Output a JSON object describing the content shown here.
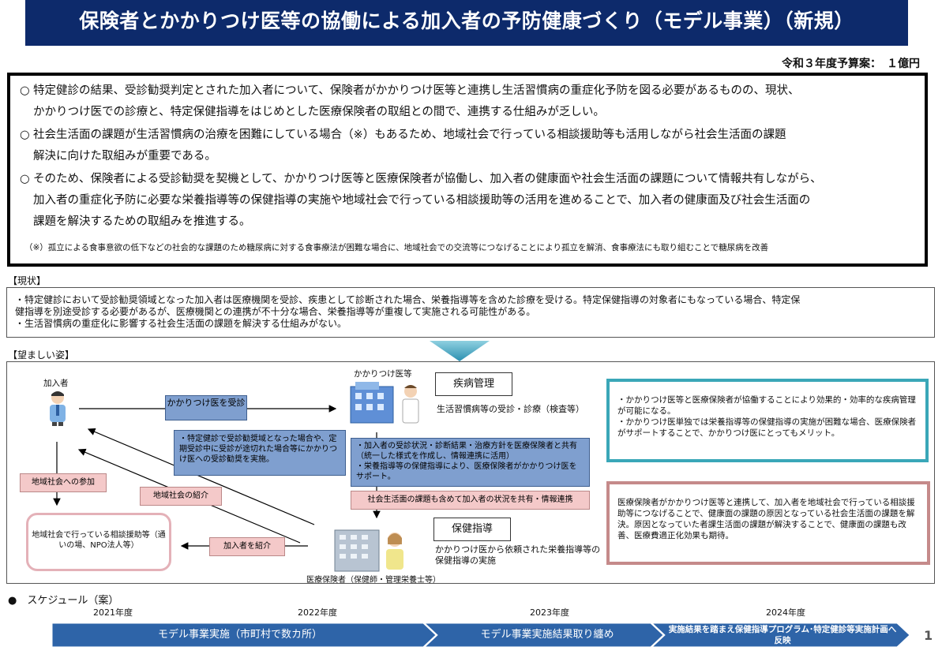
{
  "header": {
    "title": "保険者とかかりつけ医等の協働による加入者の予防健康づくり（モデル事業）（新規）",
    "budget": "令和３年度予算案：　１億円"
  },
  "summary": {
    "bullet_mark": "○",
    "bullets": [
      {
        "line1": "特定健診の結果、受診勧奨判定とされた加入者について、保険者がかかりつけ医等と連携し生活習慣病の重症化予防を図る必要があるものの、現状、",
        "line2": "かかりつけ医での診療と、特定保健指導をはじめとした医療保険者の取組との間で、連携する仕組みが乏しい。"
      },
      {
        "line1": "社会生活面の課題が生活習慣病の治療を困難にしている場合（※）もあるため、地域社会で行っている相談援助等も活用しながら社会生活面の課題",
        "line2": "解決に向けた取組みが重要である。"
      },
      {
        "line1": "そのため、保険者による受診勧奨を契機として、かかりつけ医等と医療保険者が協働し、加入者の健康面や社会生活面の課題について情報共有しながら、",
        "line2": "加入者の重症化予防に必要な栄養指導等の保健指導の実施や地域社会で行っている相談援助等の活用を進めることで、加入者の健康面及び社会生活面の",
        "line3": "課題を解決するための取組みを推進する。"
      }
    ],
    "note": "（※）孤立による食事意欲の低下などの社会的な課題のため糖尿病に対する食事療法が困難な場合に、地域社会での交流等につなげることにより孤立を解消、食事療法にも取り組むことで糖尿病を改善"
  },
  "current": {
    "label": "【現状】",
    "lines": [
      "・特定健診において受診勧奨領域となった加入者は医療機関を受診、疾患として",
      "診断された場合、栄養指導等を含めた診療を受ける。特定保健指導の対象者にもなっている場合、特定保",
      "健指導を別途受診する必要があるが、医療機関との連携が不十分な場合、栄養指導等が重複して実施される可能性がある。",
      "・生活習慣病の重症化に影響する社会生活面の課題を解決する仕組みがない。"
    ]
  },
  "desired": {
    "label": "【望ましい姿】",
    "insured_label": "加入者",
    "clinic_label": "かかりつけ医等",
    "disease_mgmt": "疾病管理",
    "clinic_desc": "生活習慣病等の受診・診療（検査等）",
    "referral_arrow": "かかりつけ医を受診",
    "encourage_box": "・特定健診で受診勧奨域となった場合や、定期受診中に受診が途切れた場合等にかかりつけ医への受診勧奨を実施。",
    "share_box": "・加入者の受診状況・診断結果・治療方針を医療保険者と共有（統一した様式を作成し、情報連携に活用）\n・栄養指導等の保健指導により、医療保険者がかかりつけ医をサポート。",
    "social_share": "社会生活面の課題も含めて加入者の状況を共有・情報連携",
    "community_join": "地域社会への参加",
    "community_intro": "地域社会の紹介",
    "introduce_insured": "加入者を紹介",
    "community_box": "地域社会で行っている相談援助等（通いの場、NPO法人等）",
    "health_guidance": "保健指導",
    "guidance_desc": "かかりつけ医から依頼された栄養指導等の保健指導の実施",
    "insurer_label": "医療保険者（保健師・管理栄養士等）",
    "benefit_blue": "・かかりつけ医等と医療保険者が協働することにより効果的・効率的な疾病管理が可能になる。\n・かかりつけ医単独では栄養指導等の保健指導の実施が困難な場合、医療保険者がサポートすることで、かかりつけ医にとってもメリット。",
    "benefit_pink": "医療保険者がかかりつけ医等と連携して、加入者を地域社会で行っている相談援助等につなげることで、健康面の課題の原因となっている社会生活面の課題を解決。原因となっていた者課生活面の課題が解決することで、健康面の課題も改善、医療費適正化効果も期待。"
  },
  "schedule": {
    "title": "●　スケジュール（案）",
    "years": [
      "2021年度",
      "2022年度",
      "2023年度",
      "2024年度"
    ],
    "phases": [
      "モデル事業実施（市町村で数カ所）",
      "モデル事業実施結果取り纏め",
      "実施結果を踏まえ保健指導プログラム･特定健診等実施計画へ反映"
    ],
    "color": "#2e64a8"
  },
  "page_number": "1"
}
